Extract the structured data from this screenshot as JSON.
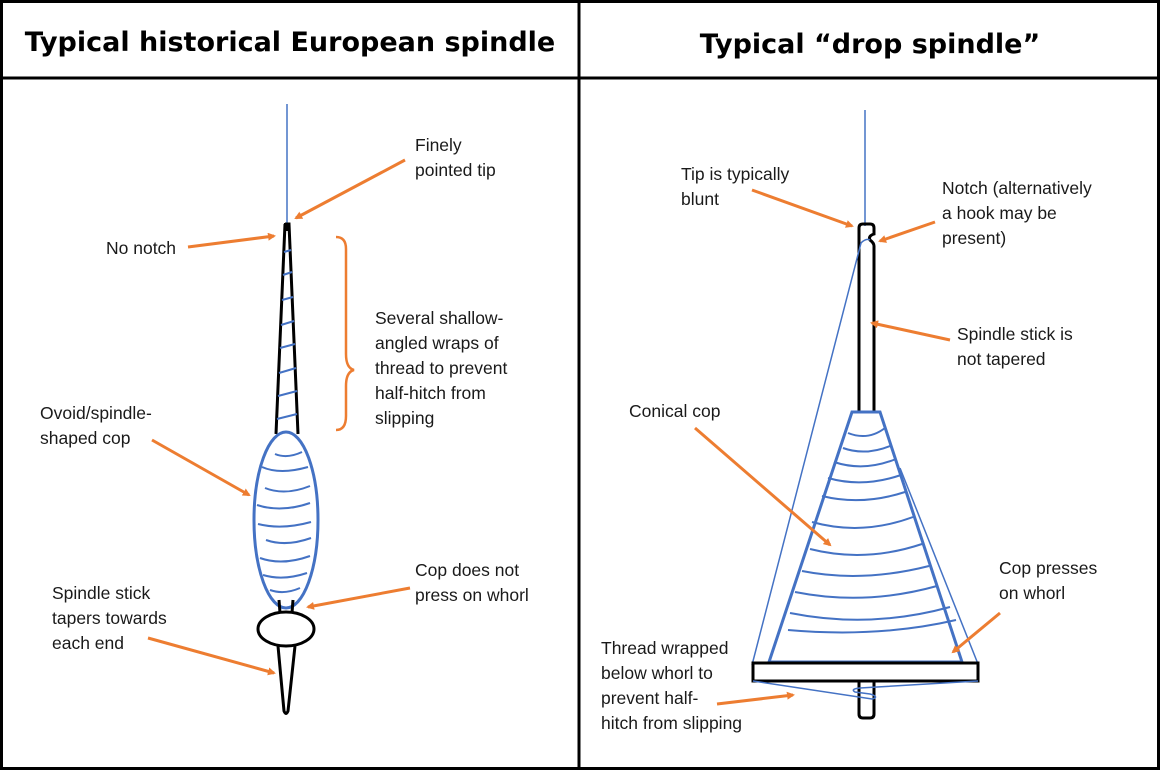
{
  "headers": {
    "left": "Typical historical European spindle",
    "right": "Typical “drop spindle”"
  },
  "left_labels": {
    "tip": [
      "Finely",
      "pointed tip"
    ],
    "notch": [
      "No notch"
    ],
    "wraps": [
      "Several shallow-",
      "angled wraps of",
      "thread to prevent",
      "half-hitch from",
      "slipping"
    ],
    "cop": [
      "Ovoid/spindle-",
      "shaped cop"
    ],
    "whorl": [
      "Cop does not",
      "press on whorl"
    ],
    "stick": [
      "Spindle stick",
      "tapers towards",
      "each end"
    ]
  },
  "right_labels": {
    "tip": [
      "Tip is typically",
      "blunt"
    ],
    "notch": [
      "Notch (alternatively",
      "a hook may be",
      "present)"
    ],
    "stick": [
      "Spindle stick is",
      "not tapered"
    ],
    "cop": [
      "Conical cop"
    ],
    "whorl": [
      "Cop presses",
      "on whorl"
    ],
    "thread": [
      "Thread wrapped",
      "below whorl to",
      "prevent half-",
      "hitch from slipping"
    ]
  },
  "colors": {
    "arrow": "#ED7D31",
    "thread": "#4472C4",
    "outline": "#000000"
  }
}
